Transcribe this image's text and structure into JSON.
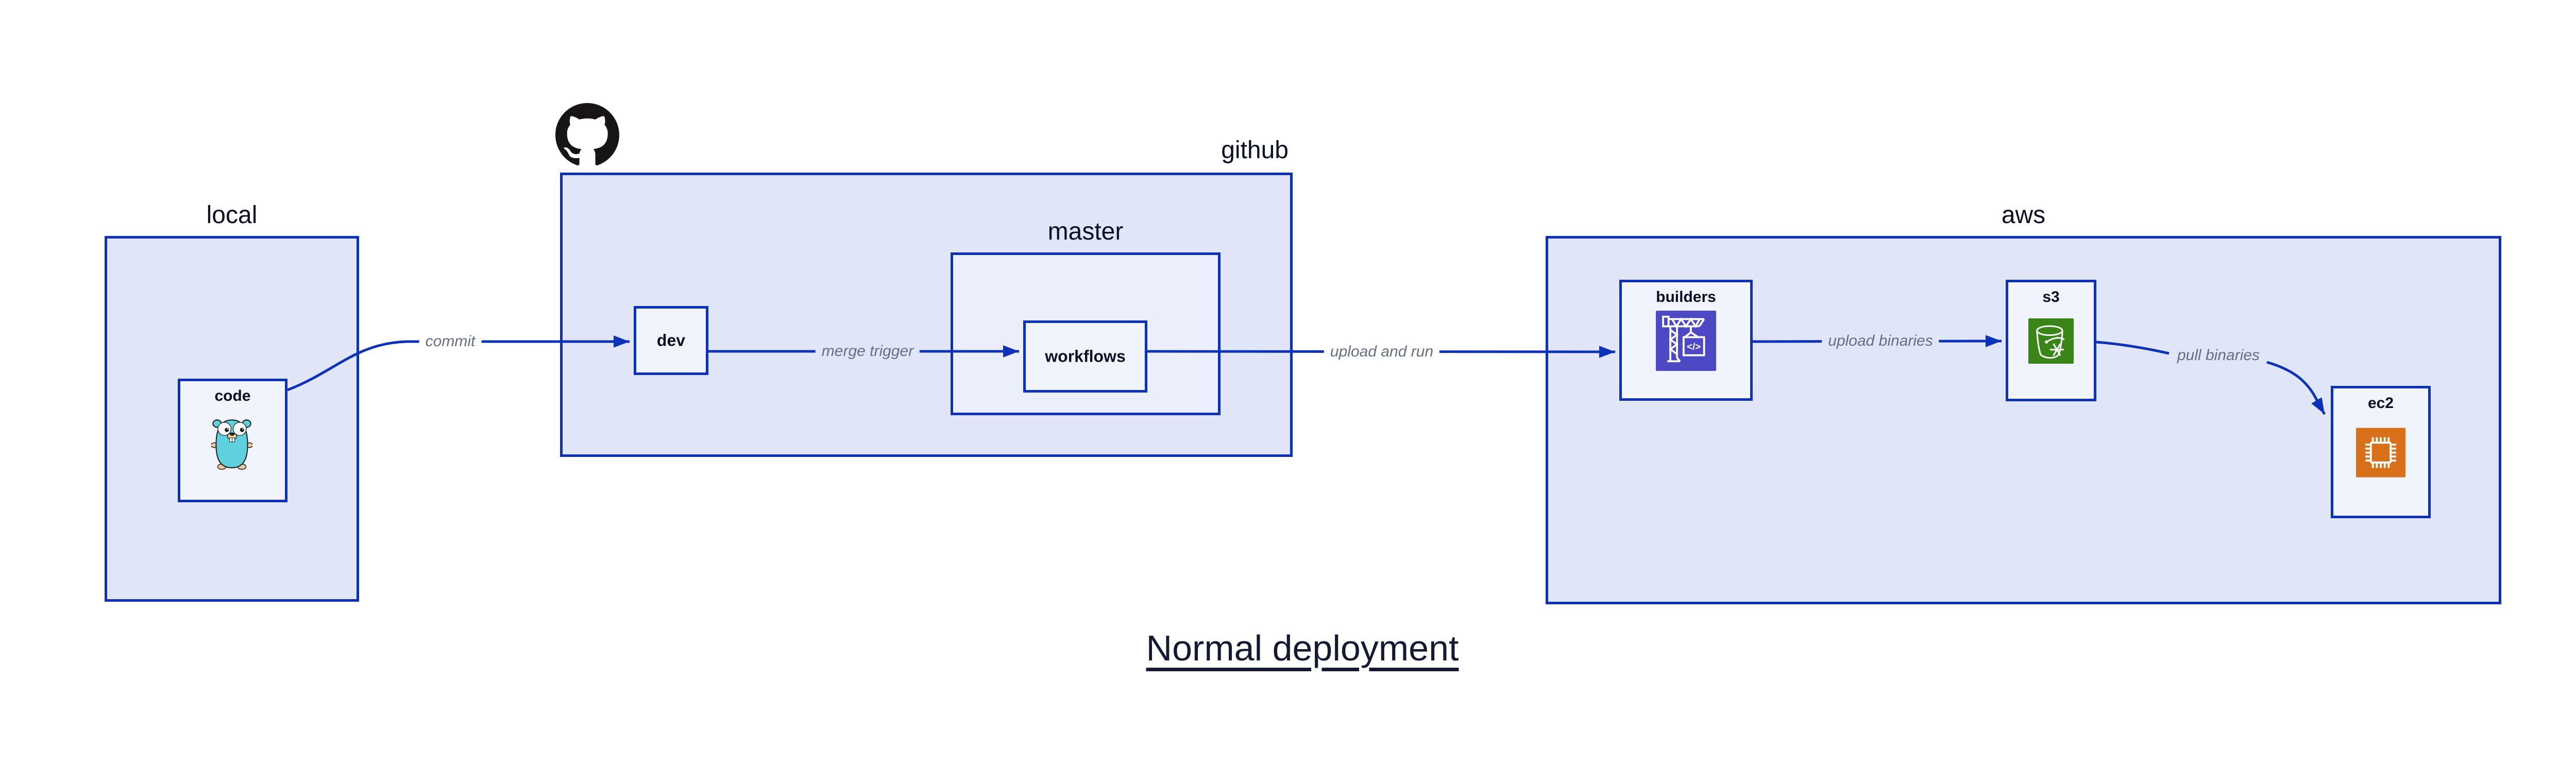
{
  "diagram": {
    "title": "Normal deployment",
    "containers": {
      "local": {
        "label": "local"
      },
      "github": {
        "label": "github"
      },
      "master": {
        "label": "master"
      },
      "aws": {
        "label": "aws"
      }
    },
    "nodes": {
      "code": {
        "label": "code",
        "icon": "go-gopher-icon"
      },
      "dev": {
        "label": "dev"
      },
      "workflows": {
        "label": "workflows"
      },
      "builders": {
        "label": "builders",
        "icon": "aws-codebuild-icon"
      },
      "s3": {
        "label": "s3",
        "icon": "aws-s3-bucket-icon"
      },
      "ec2": {
        "label": "ec2",
        "icon": "aws-ec2-chip-icon"
      }
    },
    "edges": {
      "commit": {
        "from": "code",
        "to": "dev",
        "label": "commit"
      },
      "merge_trigger": {
        "from": "dev",
        "to": "workflows",
        "label": "merge trigger"
      },
      "upload_and_run": {
        "from": "workflows",
        "to": "builders",
        "label": "upload and run"
      },
      "upload_binaries": {
        "from": "builders",
        "to": "s3",
        "label": "upload binaries"
      },
      "pull_binaries": {
        "from": "s3",
        "to": "ec2",
        "label": "pull binaries"
      }
    },
    "icon_glyphs": {
      "codebuild_code": "</>"
    },
    "colors": {
      "stroke_blue": "#0D32B8",
      "container_fill": "#E0E6F8",
      "nested_container_fill": "#EBEFFB",
      "node_fill": "#F2F4FD",
      "label_dark": "#0A0F25",
      "edge_label_gray": "#676E81",
      "codebuild_purple": "#4D49C5",
      "s3_green": "#3A8517",
      "ec2_orange": "#D8701A",
      "gopher_teal": "#5FD0DD",
      "github_black": "#171515"
    }
  }
}
